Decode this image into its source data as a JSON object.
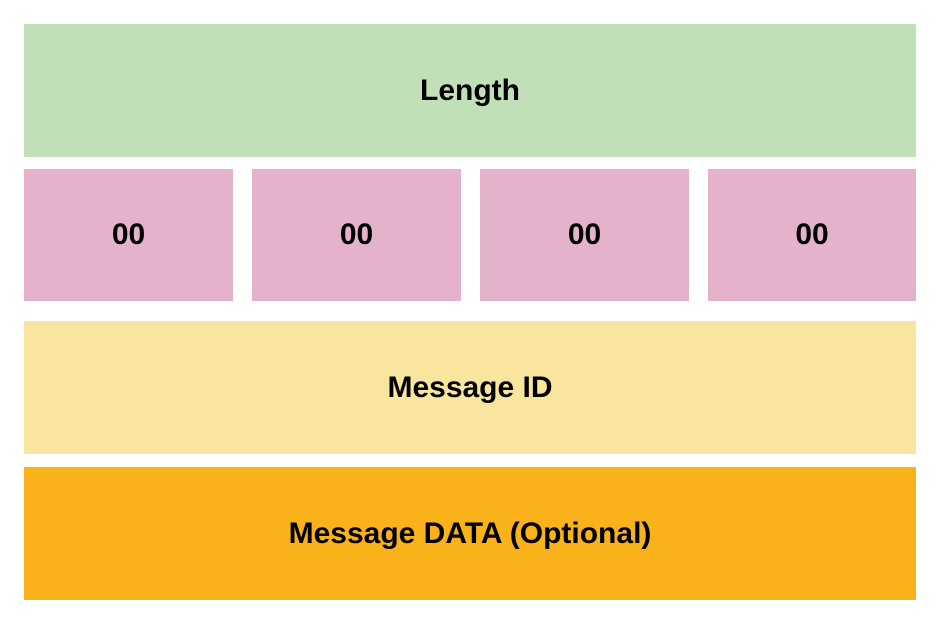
{
  "colors": {
    "length": "#c2e0b8",
    "byte": "#e4b2cb",
    "message_id": "#fae59f",
    "message_data": "#fab21a"
  },
  "length": {
    "label": "Length"
  },
  "bytes": [
    {
      "label": "00"
    },
    {
      "label": "00"
    },
    {
      "label": "00"
    },
    {
      "label": "00"
    }
  ],
  "message_id": {
    "label": "Message ID"
  },
  "message_data": {
    "label": "Message DATA (Optional)"
  }
}
